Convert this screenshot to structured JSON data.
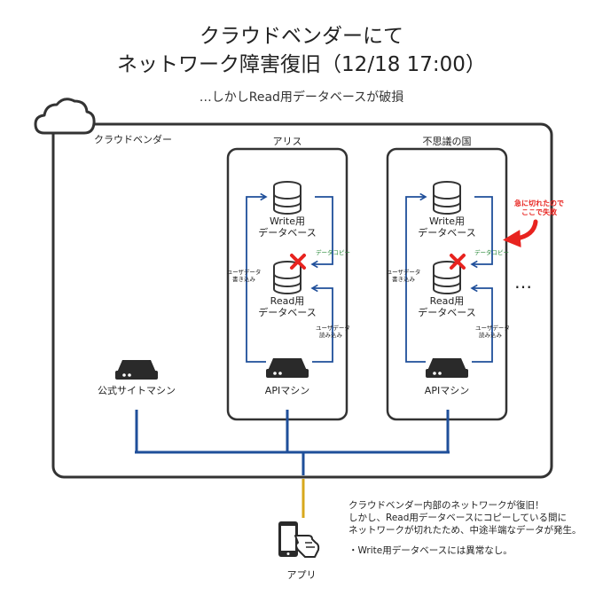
{
  "header": {
    "title_line1": "クラウドベンダーにて",
    "title_line2": "ネットワーク障害復旧（12/18 17:00）",
    "subtitle": "…しかしRead用データベースが破損"
  },
  "cloud": {
    "label": "クラウドベンダー",
    "icon": "cloud-icon"
  },
  "zones": [
    {
      "label": "アリス",
      "write_db": [
        "Write用",
        "データベース"
      ],
      "read_db": [
        "Read用",
        "データベース"
      ],
      "api": "APIマシン",
      "left_arrow_label": [
        "ユーザデータ",
        "書き込み"
      ],
      "copy_label": "データコピー",
      "right_arrow_label": [
        "ユーザデータ",
        "読み込み"
      ]
    },
    {
      "label": "不思議の国",
      "write_db": [
        "Write用",
        "データベース"
      ],
      "read_db": [
        "Read用",
        "データベース"
      ],
      "api": "APIマシン",
      "left_arrow_label": [
        "ユーザデータ",
        "書き込み"
      ],
      "copy_label": "データコピー",
      "right_arrow_label": [
        "ユーザデータ",
        "読み込み"
      ]
    }
  ],
  "public_site": "公式サイトマシン",
  "more": "…",
  "callout": [
    "急に切れたので",
    "ここで失敗"
  ],
  "app": "アプリ",
  "notes": {
    "line1": "クラウドベンダー内部のネットワークが復旧！",
    "line2": "しかし、Read用データベースにコピーしている間に",
    "line3": "ネットワークが切れたため、中途半端なデータが発生。",
    "line4": "・Write用データベースには異常なし。"
  },
  "colors": {
    "accent_blue": "#1f4f9a",
    "app_link": "#d8a81c",
    "error_red": "#e8231f",
    "copy_green": "#2a8a3a",
    "outline": "#333333"
  }
}
